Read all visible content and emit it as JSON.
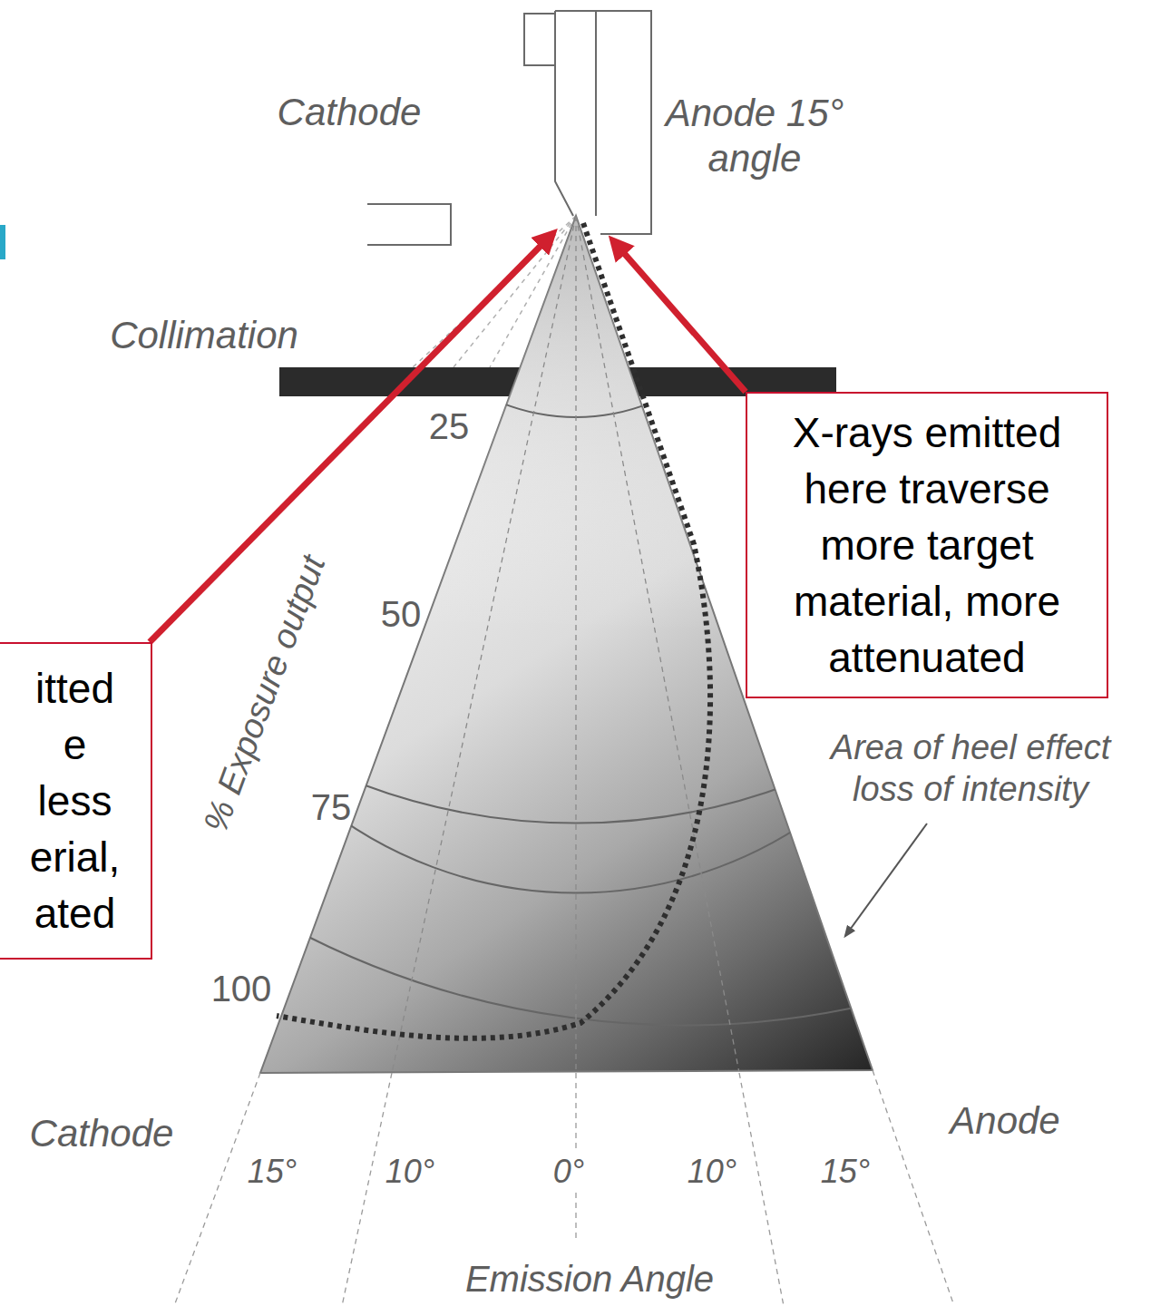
{
  "diagram": {
    "nodes": [
      {
        "text": [
          "X-rays emitted here traverse more target material, more attenuated"
        ]
      },
      {
        "text": [
          "itted e less erial, ated"
        ]
      }
    ],
    "labels": [
      "Cathode",
      "Anode 15° angle",
      "Collimation",
      "25",
      "50",
      "% Exposure output",
      "Area of heel effect loss of intensity",
      "75",
      "100",
      "Cathode",
      "Anode",
      "15°",
      "10°",
      "0°",
      "10°",
      "15°",
      "Emission Angle"
    ]
  }
}
